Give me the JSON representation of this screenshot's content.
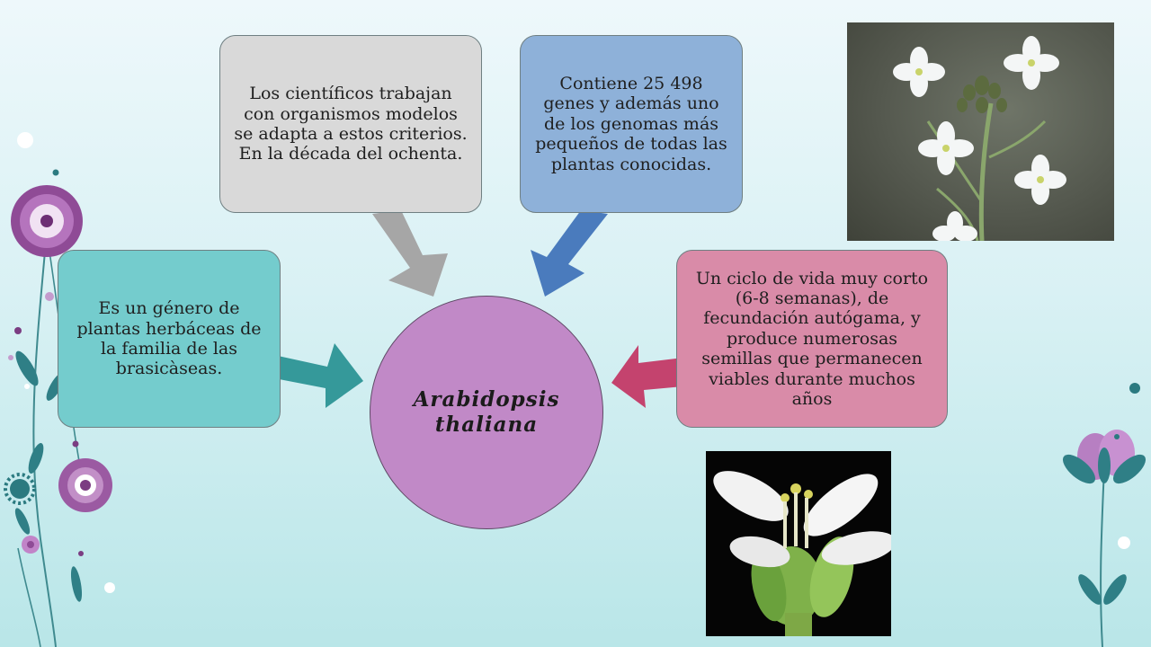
{
  "center": {
    "label": "Arabidopsis thaliana"
  },
  "boxes": {
    "left": "Es un género de plantas herbáceas de la familia de las brasicàseas.",
    "top1": "Los científicos trabajan con organismos modelos se adapta a estos criterios. En la década del ochenta.",
    "top2": "Contiene 25 498 genes y además uno de los  genomas más pequeños de todas las plantas conocidas.",
    "right": "Un ciclo de vida muy corto (6-8 semanas), de fecundación autógama, y produce numerosas semillas que permanecen viables durante muchos años"
  },
  "colors": {
    "background": "#d9f1f4",
    "box_left": "#74cccd",
    "box_top1": "#d9d9d9",
    "box_top2": "#8eb1d9",
    "box_right": "#d98ba8",
    "center_circle": "#c189c7",
    "arrow_left": "#35999a",
    "arrow_top1": "#a6a6a6",
    "arrow_top2": "#4a7bbd",
    "arrow_right": "#c4436e"
  },
  "icons": {
    "photo_top": "flowering-plant-photo",
    "photo_bottom": "flower-closeup-photo",
    "decoration": "floral-decoration"
  }
}
